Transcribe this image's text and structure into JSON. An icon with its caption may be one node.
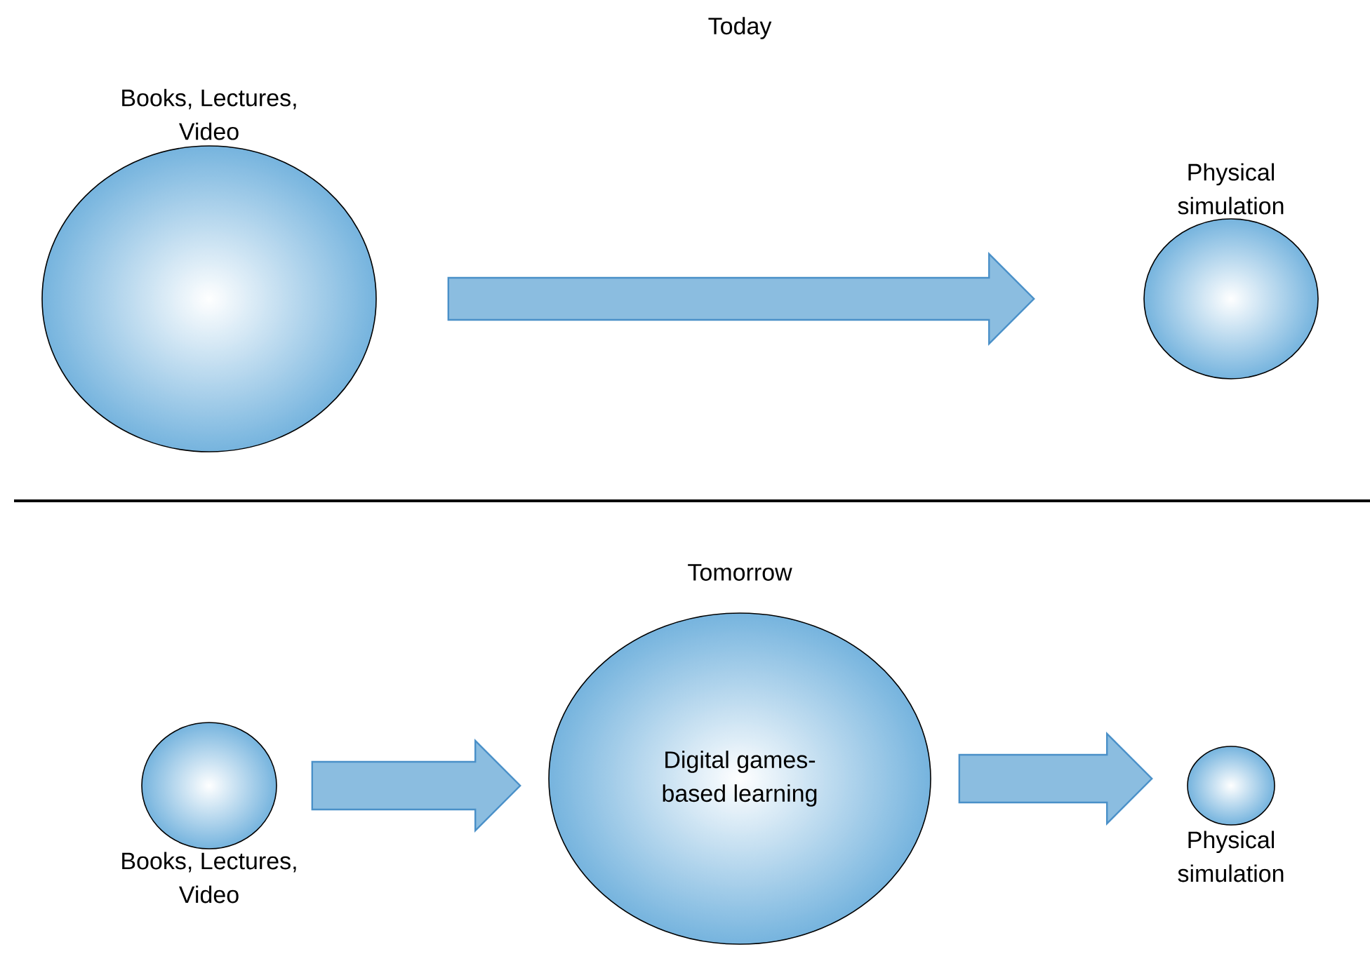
{
  "diagram": {
    "nodes": [
      {
        "text": [
          "Books, Lectures, Video"
        ]
      },
      {
        "text": [
          "Physical simulation"
        ]
      },
      {
        "text": [
          "Books, Lectures, Video"
        ]
      },
      {
        "text": [
          "Digital games-based learning"
        ]
      },
      {
        "text": [
          "Physical simulation"
        ]
      }
    ],
    "edges": [
      {
        "from": 0,
        "to": 1,
        "arrow": "to"
      },
      {
        "from": 2,
        "to": 3,
        "arrow": "to"
      },
      {
        "from": 3,
        "to": 4,
        "arrow": "to"
      }
    ],
    "labels": [
      "Today",
      "Tomorrow"
    ]
  }
}
